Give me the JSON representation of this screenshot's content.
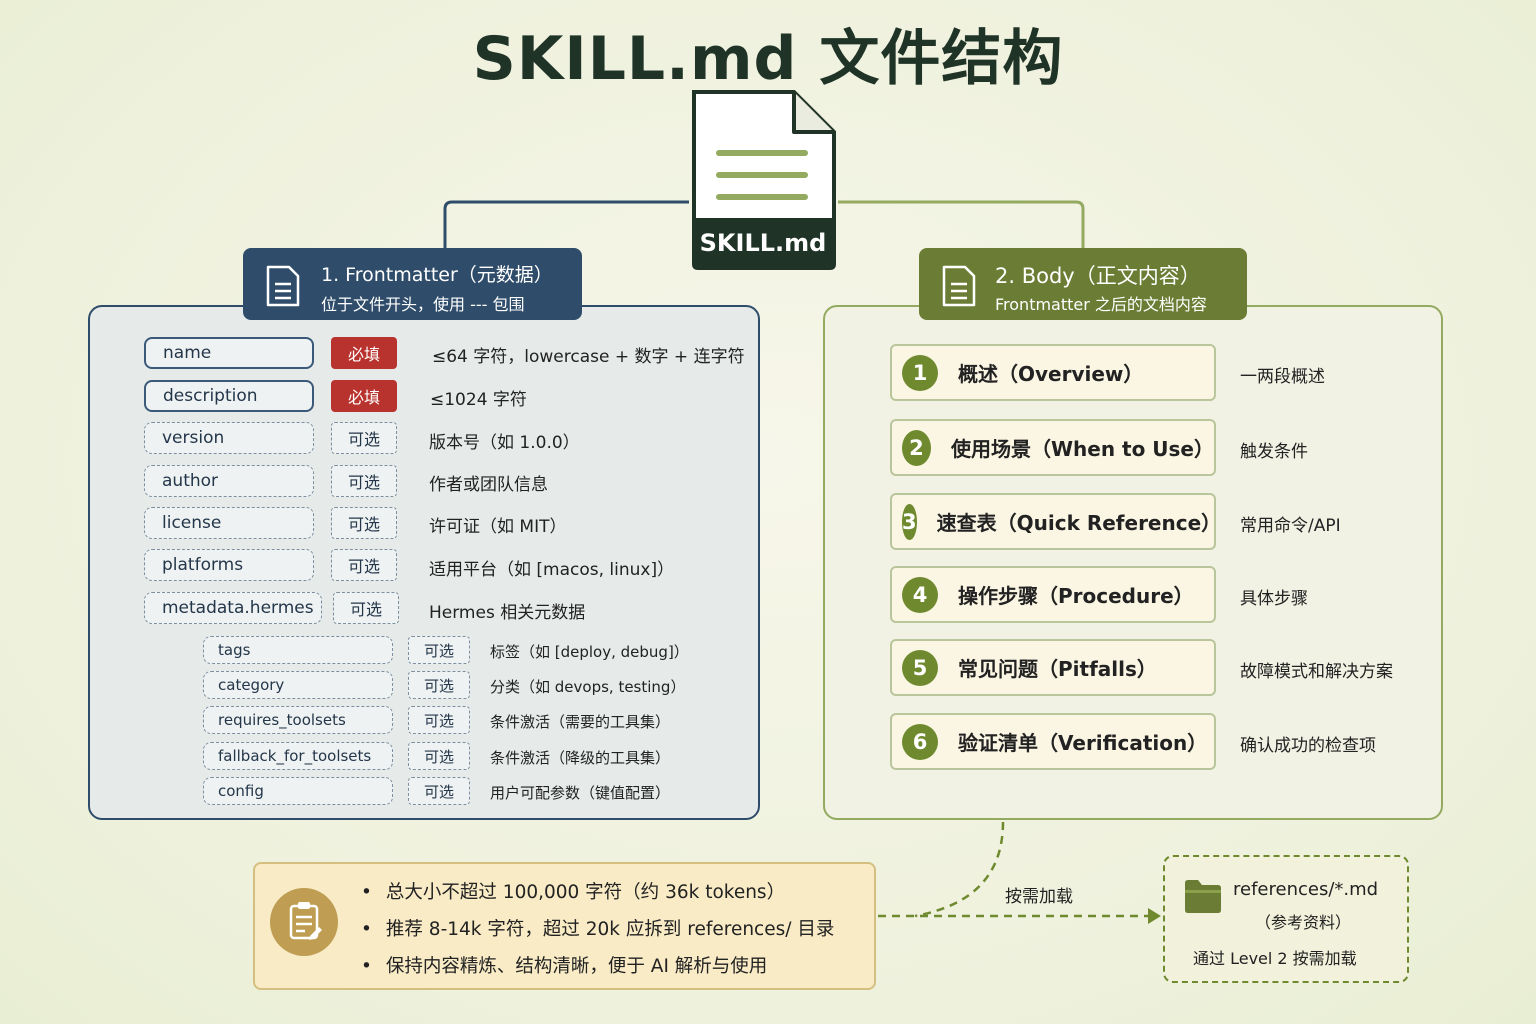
{
  "title": "SKILL.md 文件结构",
  "center_doc": {
    "label": "SKILL.md",
    "icon": "document-icon"
  },
  "frontmatter": {
    "title": "1. Frontmatter（元数据）",
    "subtitle": "位于文件开头，使用 --- 包围",
    "icon": "document-icon",
    "colors": {
      "header": "#2f4d6a",
      "required": "#b9332e"
    },
    "fields": [
      {
        "name": "name",
        "badge": "必填",
        "desc": "≤64 字符，lowercase + 数字 + 连字符"
      },
      {
        "name": "description",
        "badge": "必填",
        "desc": "≤1024 字符"
      },
      {
        "name": "version",
        "badge": "可选",
        "desc": "版本号（如 1.0.0）"
      },
      {
        "name": "author",
        "badge": "可选",
        "desc": "作者或团队信息"
      },
      {
        "name": "license",
        "badge": "可选",
        "desc": "许可证（如 MIT）"
      },
      {
        "name": "platforms",
        "badge": "可选",
        "desc": "适用平台（如 [macos, linux]）"
      },
      {
        "name": "metadata.hermes",
        "badge": "可选",
        "desc": "Hermes 相关元数据"
      }
    ],
    "subfields": [
      {
        "name": "tags",
        "badge": "可选",
        "desc": "标签（如 [deploy, debug]）"
      },
      {
        "name": "category",
        "badge": "可选",
        "desc": "分类（如 devops, testing）"
      },
      {
        "name": "requires_toolsets",
        "badge": "可选",
        "desc": "条件激活（需要的工具集）"
      },
      {
        "name": "fallback_for_toolsets",
        "badge": "可选",
        "desc": "条件激活（降级的工具集）"
      },
      {
        "name": "config",
        "badge": "可选",
        "desc": "用户可配参数（键值配置）"
      }
    ]
  },
  "body": {
    "title": "2. Body（正文内容）",
    "subtitle": "Frontmatter 之后的文档内容",
    "icon": "document-icon",
    "colors": {
      "header": "#6b7d34",
      "number": "#6f8a2e"
    },
    "sections": [
      {
        "num": "1",
        "title": "概述（Overview）",
        "note": "一两段概述"
      },
      {
        "num": "2",
        "title": "使用场景（When to Use）",
        "note": "触发条件"
      },
      {
        "num": "3",
        "title": "速查表（Quick Reference）",
        "note": "常用命令/API"
      },
      {
        "num": "4",
        "title": "操作步骤（Procedure）",
        "note": "具体步骤"
      },
      {
        "num": "5",
        "title": "常见问题（Pitfalls）",
        "note": "故障模式和解决方案"
      },
      {
        "num": "6",
        "title": "验证清单（Verification）",
        "note": "确认成功的检查项"
      }
    ]
  },
  "notes": {
    "icon": "clipboard-icon",
    "items": [
      "总大小不超过 100,000 字符（约 36k tokens）",
      "推荐 8-14k 字符，超过 20k 应拆到 references/ 目录",
      "保持内容精炼、结构清晰，便于 AI 解析与使用"
    ]
  },
  "load_label": "按需加载",
  "references": {
    "icon": "folder-icon",
    "line1": "references/*.md",
    "line2": "（参考资料）",
    "line3": "通过 Level 2 按需加载"
  }
}
